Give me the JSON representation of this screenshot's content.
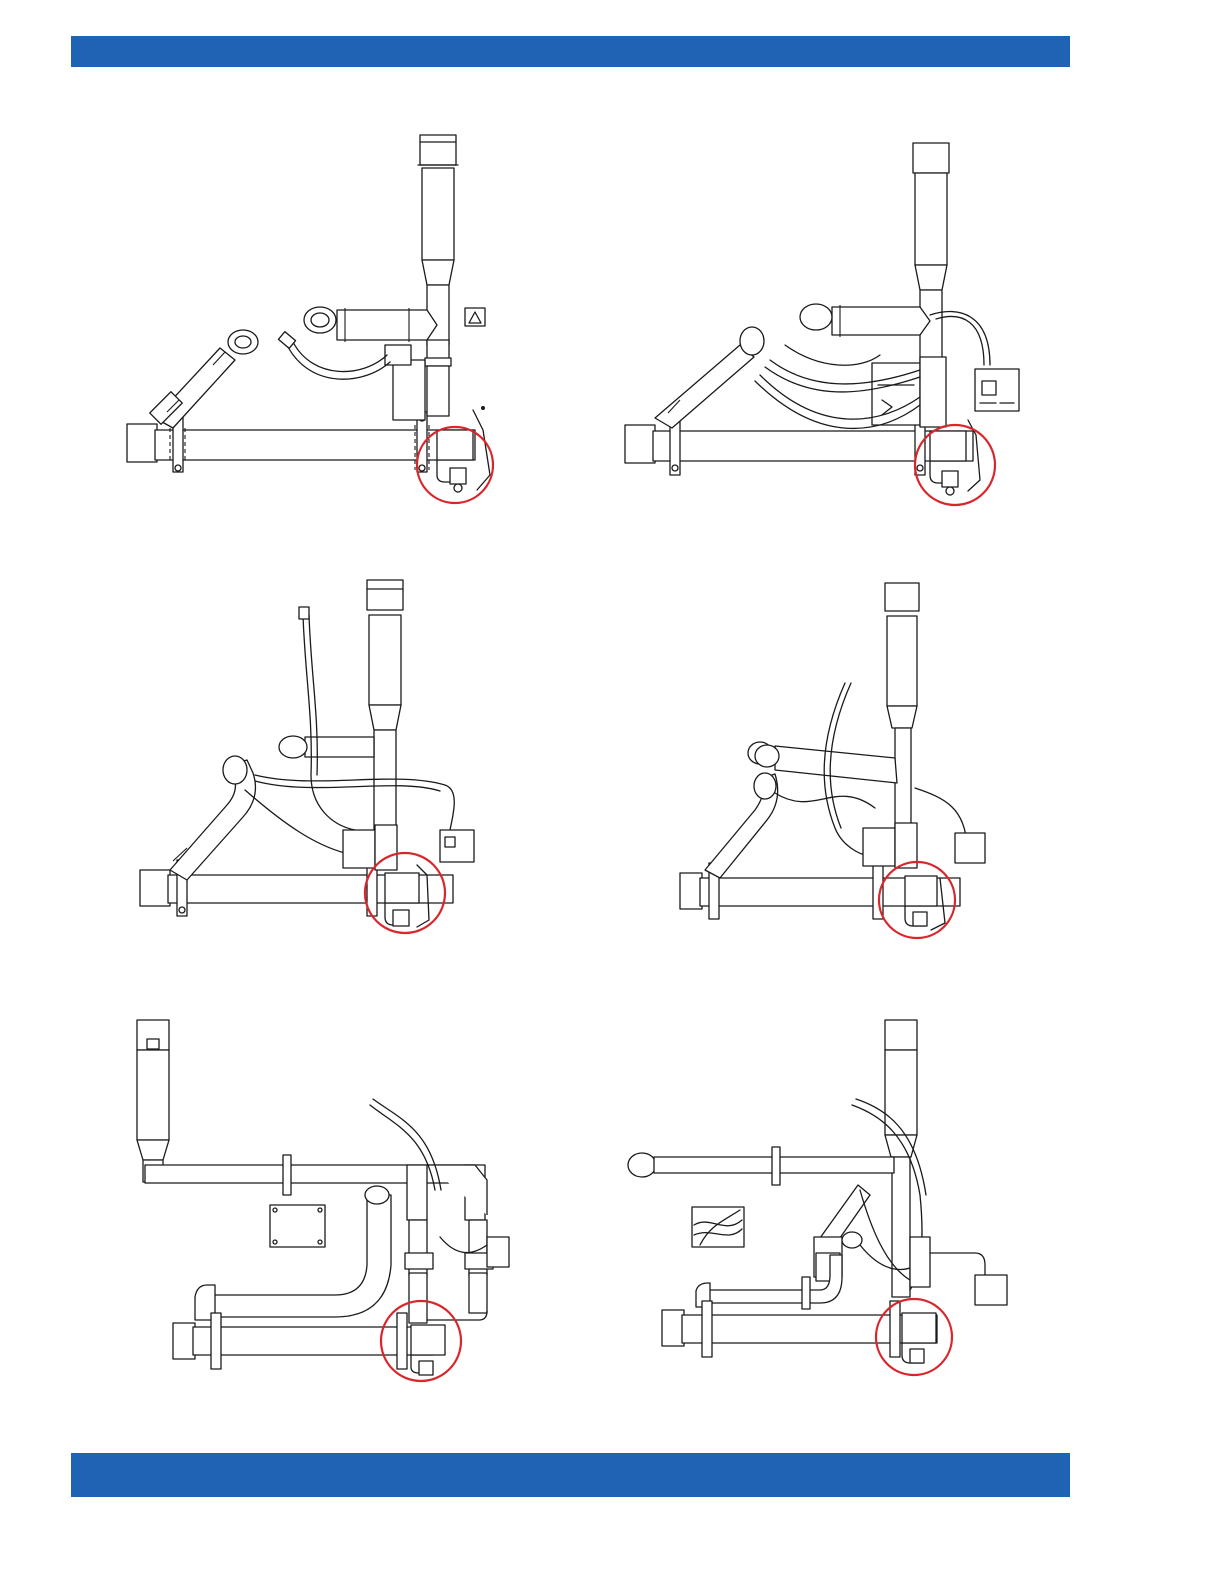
{
  "theme": {
    "band_color": "#1f63b5",
    "highlight_color": "#d8262b",
    "line_color": "#1a1a1a"
  },
  "figures": [
    {
      "id": "fig-1",
      "variant": "base-vertical",
      "highlight": "drain-valve"
    },
    {
      "id": "fig-2",
      "variant": "with-control-unit",
      "highlight": "drain-valve"
    },
    {
      "id": "fig-3",
      "variant": "hose-loop",
      "highlight": "drain-valve"
    },
    {
      "id": "fig-4",
      "variant": "hose-loop-compact",
      "highlight": "drain-valve"
    },
    {
      "id": "fig-5",
      "variant": "horizontal-offset",
      "highlight": "drain-valve"
    },
    {
      "id": "fig-6",
      "variant": "horizontal-with-control-unit",
      "highlight": "drain-valve"
    }
  ]
}
